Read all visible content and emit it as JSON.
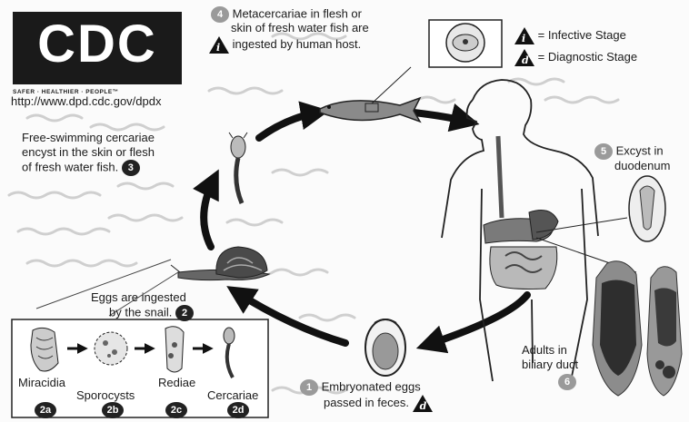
{
  "logo": {
    "letters": "CDC",
    "tagline": "SAFER · HEALTHIER · PEOPLE™"
  },
  "url": "http://www.dpd.cdc.gov/dpdx",
  "legend": {
    "infective": {
      "glyph": "i",
      "label": "= Infective Stage"
    },
    "diagnostic": {
      "glyph": "d",
      "label": "= Diagnostic Stage"
    }
  },
  "stages": {
    "s4": {
      "number": "4",
      "line1": "Metacercariae in flesh or",
      "line2": "skin of fresh water fish are",
      "line3": "ingested by human host.",
      "glyph": "i"
    },
    "s5": {
      "number": "5",
      "line1": "Excyst in",
      "line2": "duodenum"
    },
    "s3": {
      "number": "3",
      "line1": "Free-swimming cercariae",
      "line2": "encyst in the skin or flesh",
      "line3": "of fresh water fish."
    },
    "s2": {
      "number": "2",
      "line1": "Eggs are ingested",
      "line2": "by the snail."
    },
    "s1": {
      "number": "1",
      "line1": "Embryonated eggs",
      "line2": "passed in feces.",
      "glyph": "d"
    },
    "s6": {
      "number": "6",
      "line1": "Adults in",
      "line2": "biliary duct"
    }
  },
  "snail_stages": {
    "miracidia": "Miracidia",
    "sporocysts": "Sporocysts",
    "rediae": "Rediae",
    "cercariae": "Cercariae",
    "b2a": "2a",
    "b2b": "2b",
    "b2c": "2c",
    "b2d": "2d"
  },
  "colors": {
    "ink": "#1b1b1b",
    "grey_badge": "#9a9a9a",
    "dark_badge": "#222222",
    "water": "#cfcfcf"
  }
}
